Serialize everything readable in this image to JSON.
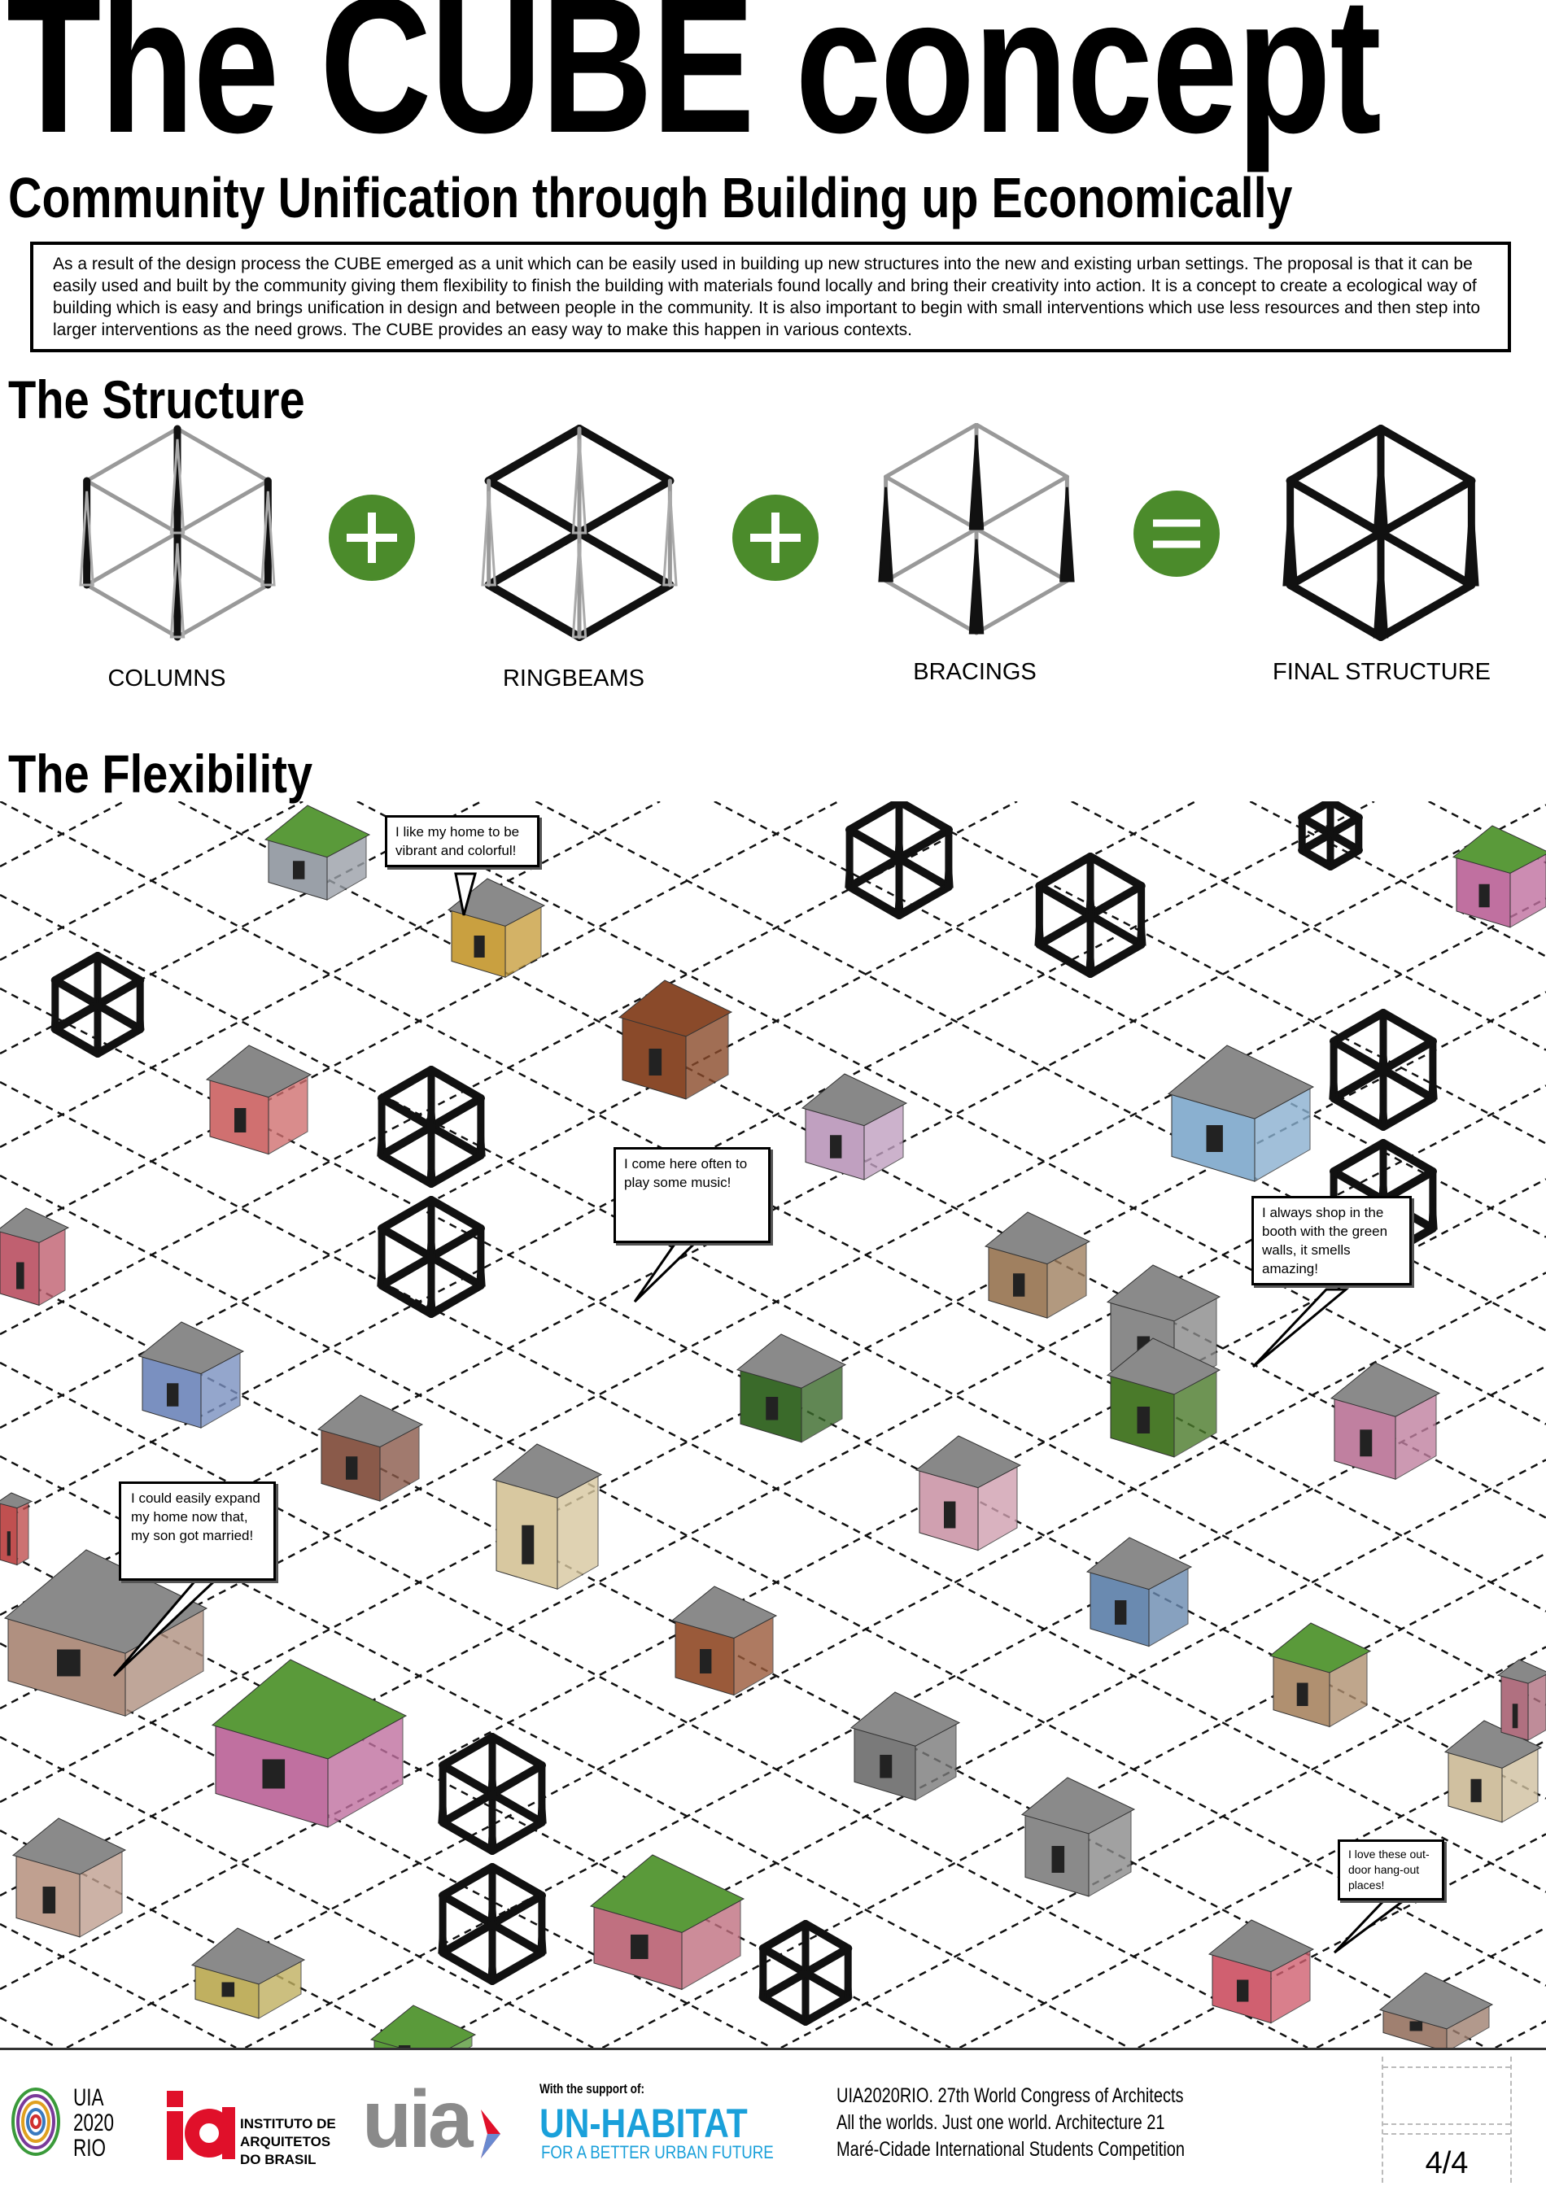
{
  "title": "The CUBE concept",
  "subtitle": "Community Unification through Building up Economically",
  "intro": "As a result of the design process the CUBE emerged as a unit which can be easily used in building up new structures into the new and existing urban settings. The proposal is that it can be easily used and built by the community giving them flexibility to finish the building with materials found locally and bring their creativity into action. It is a concept to create a ecological way of building which is easy and brings unification in design and between people in the community. It is also important to begin with small interventions which use less resources and then step into larger interventions as the need grows. The CUBE provides an easy way to make this happen in various contexts.",
  "structure": {
    "heading": "The Structure",
    "labels": [
      "COLUMNS",
      "RINGBEAMS",
      "BRACINGS",
      "FINAL STRUCTURE"
    ],
    "accent": "#4b8b2b"
  },
  "flexibility": {
    "heading": "The Flexibility",
    "quotes": [
      "I like my home to be vibrant and colorful!",
      "I come here often to play some music!",
      "I always shop in the booth with the green walls, it smells amazing!",
      "I could easily expand my home now that, my son got married!",
      "I love these out-door hang-out places!"
    ]
  },
  "footer": {
    "uia2020": [
      "UIA",
      "2020",
      "RIO"
    ],
    "iab": [
      "INSTITUTO DE",
      "ARQUITETOS",
      "DO BRASIL"
    ],
    "uia": "uia",
    "support_label": "With the support of:",
    "unhabitat": "UN-HABITAT",
    "unhabitat_tagline": "FOR A BETTER URBAN FUTURE",
    "congress_lines": [
      "UIA2020RIO. 27th World Congress of Architects",
      "All the worlds. Just one world. Architecture 21",
      "Maré-Cidade International Students Competition"
    ],
    "page": "4/4"
  }
}
